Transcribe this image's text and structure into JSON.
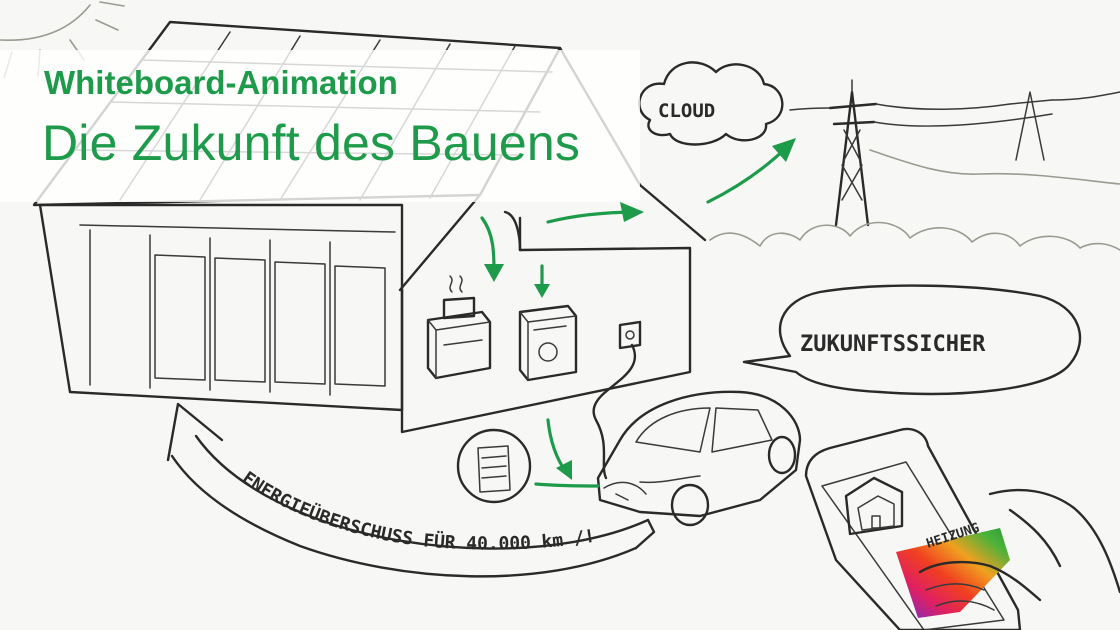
{
  "title": {
    "subtitle": "Whiteboard-Animation",
    "heading": "Die Zukunft des Bauens"
  },
  "labels": {
    "cloud": "CLOUD",
    "speech_bubble": "ZUKUNFTSSICHER",
    "energy_arrow": "ENERGIEÜBERSCHUSS FÜR 40.000 km /!",
    "phone_heating": "HEIZUNG"
  },
  "colors": {
    "accent_green": "#1d9a4a",
    "sketch_ink": "#2a2a2a",
    "background": "#f7f7f5"
  }
}
